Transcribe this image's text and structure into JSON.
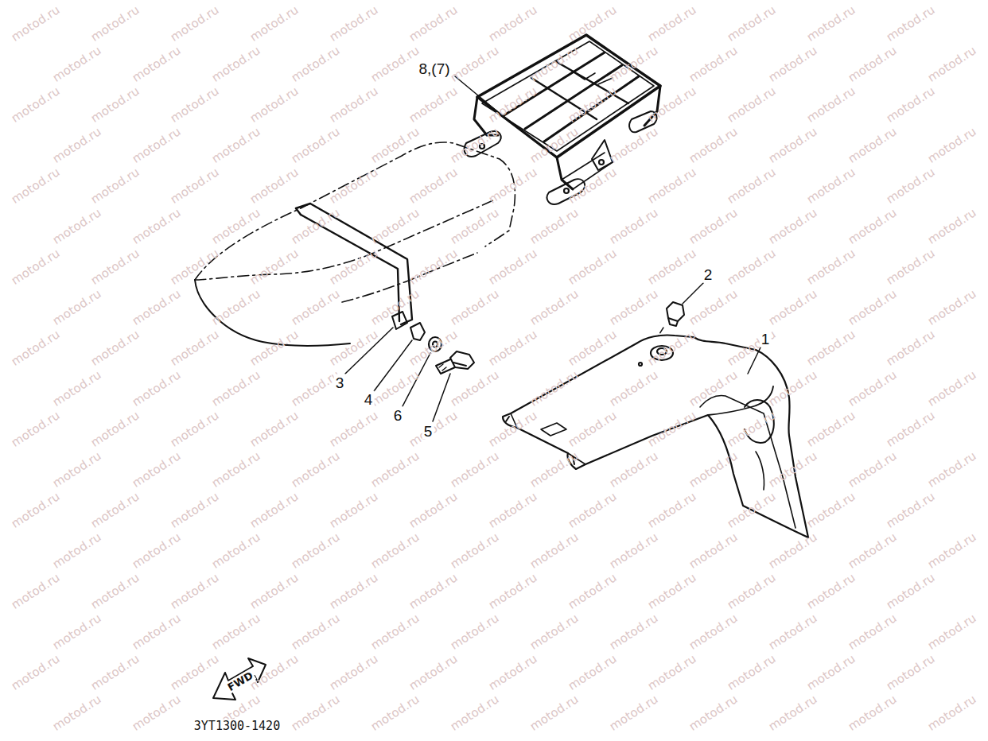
{
  "diagram": {
    "labels": [
      "8,(7)",
      "2",
      "1",
      "3",
      "4",
      "6",
      "5",
      "FWD",
      "3YT1300-1420",
      "motod.ru",
      "motod.ru",
      "motod.ru",
      "motod.ru",
      "motod.ru",
      "motod.ru",
      "motod.ru",
      "motod.ru",
      "motod.ru",
      "motod.ru",
      "motod.ru",
      "motod.ru",
      "motod.ru",
      "motod.ru",
      "motod.ru",
      "motod.ru",
      "motod.ru",
      "motod.ru",
      "motod.ru",
      "motod.ru",
      "motod.ru",
      "motod.ru",
      "motod.ru",
      "motod.ru",
      "motod.ru",
      "motod.ru",
      "motod.ru",
      "motod.ru",
      "motod.ru",
      "motod.ru",
      "motod.ru",
      "motod.ru",
      "motod.ru",
      "motod.ru",
      "motod.ru",
      "motod.ru",
      "motod.ru",
      "motod.ru",
      "motod.ru",
      "motod.ru",
      "motod.ru",
      "motod.ru",
      "motod.ru",
      "motod.ru",
      "motod.ru",
      "motod.ru",
      "motod.ru",
      "motod.ru",
      "motod.ru",
      "motod.ru",
      "motod.ru",
      "motod.ru",
      "motod.ru",
      "motod.ru",
      "motod.ru",
      "motod.ru",
      "motod.ru",
      "motod.ru",
      "motod.ru",
      "motod.ru",
      "motod.ru",
      "motod.ru",
      "motod.ru",
      "motod.ru",
      "motod.ru",
      "motod.ru",
      "motod.ru",
      "motod.ru",
      "motod.ru",
      "motod.ru",
      "motod.ru",
      "motod.ru",
      "motod.ru",
      "motod.ru",
      "motod.ru",
      "motod.ru",
      "motod.ru",
      "motod.ru",
      "motod.ru",
      "motod.ru",
      "motod.ru",
      "motod.ru",
      "motod.ru",
      "motod.ru",
      "motod.ru",
      "motod.ru",
      "motod.ru",
      "motod.ru",
      "motod.ru",
      "motod.ru",
      "motod.ru",
      "motod.ru",
      "motod.ru",
      "motod.ru",
      "motod.ru",
      "motod.ru",
      "motod.ru",
      "motod.ru",
      "motod.ru",
      "motod.ru",
      "motod.ru",
      "motod.ru",
      "motod.ru",
      "motod.ru",
      "motod.ru",
      "motod.ru",
      "motod.ru",
      "motod.ru",
      "motod.ru",
      "motod.ru",
      "motod.ru",
      "motod.ru",
      "motod.ru",
      "motod.ru",
      "motod.ru",
      "motod.ru",
      "motod.ru",
      "motod.ru",
      "motod.ru",
      "motod.ru",
      "motod.ru",
      "motod.ru",
      "motod.ru",
      "motod.ru",
      "motod.ru",
      "motod.ru",
      "motod.ru",
      "motod.ru",
      "motod.ru",
      "motod.ru",
      "motod.ru",
      "motod.ru",
      "motod.ru",
      "motod.ru",
      "motod.ru",
      "motod.ru",
      "motod.ru",
      "motod.ru",
      "motod.ru",
      "motod.ru",
      "motod.ru",
      "motod.ru",
      "motod.ru",
      "motod.ru",
      "motod.ru",
      "motod.ru",
      "motod.ru",
      "motod.ru",
      "motod.ru",
      "motod.ru",
      "motod.ru",
      "motod.ru",
      "motod.ru",
      "motod.ru",
      "motod.ru",
      "motod.ru",
      "motod.ru",
      "motod.ru",
      "motod.ru",
      "motod.ru",
      "motod.ru",
      "motod.ru",
      "motod.ru",
      "motod.ru",
      "motod.ru",
      "motod.ru",
      "motod.ru",
      "motod.ru",
      "motod.ru",
      "motod.ru",
      "motod.ru",
      "motod.ru",
      "motod.ru",
      "motod.ru",
      "motod.ru",
      "motod.ru",
      "motod.ru",
      "motod.ru",
      "motod.ru",
      "motod.ru",
      "motod.ru",
      "motod.ru",
      "motod.ru",
      "motod.ru",
      "motod.ru",
      "motod.ru",
      "motod.ru",
      "motod.ru",
      "motod.ru",
      "motod.ru",
      "motod.ru",
      "motod.ru",
      "motod.ru",
      "motod.ru",
      "motod.ru",
      "motod.ru",
      "motod.ru",
      "motod.ru",
      "motod.ru",
      "motod.ru",
      "motod.ru",
      "motod.ru",
      "motod.ru",
      "motod.ru",
      "motod.ru",
      "motod.ru",
      "motod.ru",
      "motod.ru",
      "motod.ru",
      "motod.ru",
      "motod.ru",
      "motod.ru",
      "motod.ru",
      "motod.ru",
      "motod.ru",
      "motod.ru"
    ]
  }
}
